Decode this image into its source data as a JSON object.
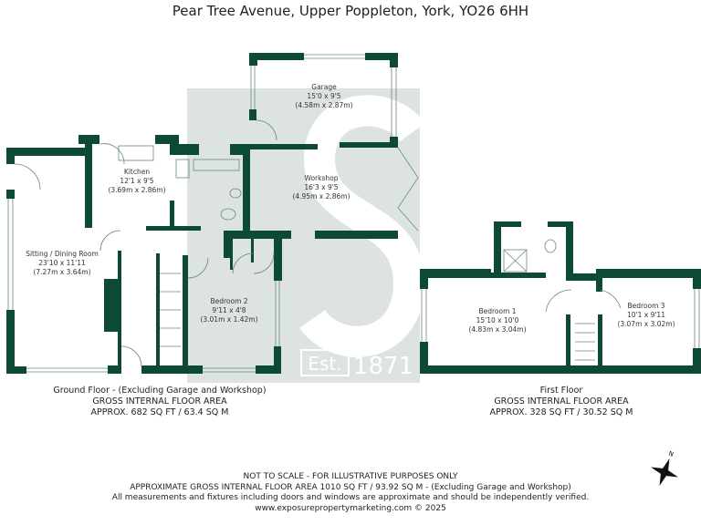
{
  "title": "Pear Tree Avenue, Upper Poppleton, York, YO26 6HH",
  "colors": {
    "wall": "#0d4a33",
    "watermark": "#dde4e0"
  },
  "watermark": {
    "letter": "S",
    "est": "Est.",
    "year": "1871"
  },
  "rooms": [
    {
      "name": "Garage",
      "imperial": "15'0 x 9'5",
      "metric": "(4.58m x 2.87m)"
    },
    {
      "name": "Kitchen",
      "imperial": "12'1 x 9'5",
      "metric": "(3.69m x 2.86m)"
    },
    {
      "name": "Workshop",
      "imperial": "16'3 x 9'5",
      "metric": "(4.95m x 2.86m)"
    },
    {
      "name": "Sitting / Dining Room",
      "imperial": "23'10 x 11'11",
      "metric": "(7.27m x 3.64m)"
    },
    {
      "name": "Bedroom 2",
      "imperial": "9'11 x 4'8",
      "metric": "(3.01m x 1.42m)"
    },
    {
      "name": "Bedroom 1",
      "imperial": "15'10 x 10'0",
      "metric": "(4.83m x 3.04m)"
    },
    {
      "name": "Bedroom 3",
      "imperial": "10'1 x 9'11",
      "metric": "(3.07m x 3.02m)"
    }
  ],
  "ground_floor": {
    "label": "Ground Floor - (Excluding Garage and Workshop)",
    "area_title": "GROSS INTERNAL FLOOR AREA",
    "area": "APPROX. 682 SQ FT / 63.4 SQ M"
  },
  "first_floor": {
    "label": "First Floor",
    "area_title": "GROSS INTERNAL FLOOR AREA",
    "area": "APPROX. 328 SQ FT / 30.52 SQ M"
  },
  "footer": {
    "line1": "NOT TO SCALE - FOR ILLUSTRATIVE PURPOSES ONLY",
    "line2": "APPROXIMATE GROSS INTERNAL FLOOR AREA 1010 SQ FT / 93.92 SQ M - (Excluding Garage and Workshop)",
    "line3": "All measurements and fixtures including doors and windows are approximate and should be independently verified.",
    "line4": "www.exposurepropertymarketing.com © 2025"
  },
  "compass": {
    "north": "N"
  }
}
